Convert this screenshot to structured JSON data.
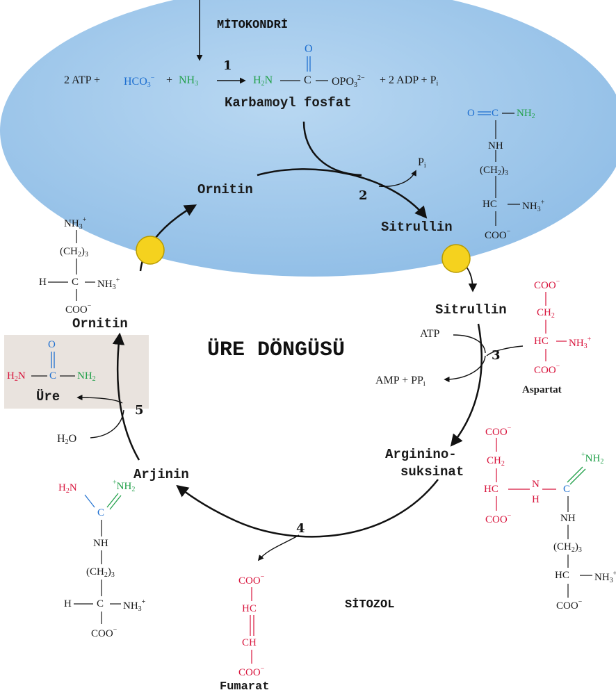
{
  "compartments": {
    "mitochondria": "MİTOKONDRİ",
    "cytosol": "SİTOZOL"
  },
  "title": "ÜRE DÖNGÜSÜ",
  "reaction1": {
    "atp": "2 ATP +",
    "hco3": "HCO",
    "hco3_sub": "3",
    "hco3_sup": "−",
    "plus": "+",
    "nh3": "NH",
    "nh3_sub": "3",
    "h2n": "H",
    "h2n_sub": "2",
    "h2n_n": "N",
    "c": "C",
    "o": "O",
    "opo": "OPO",
    "opo_sub": "3",
    "opo_sup": "2−",
    "adp": "+ 2 ADP + P",
    "adp_sub": "i"
  },
  "compounds": {
    "carbamoyl_phosphate": "Karbamoyl fosfat",
    "ornithine_mito": "Ornitin",
    "citrulline_mito": "Sitrullin",
    "citrulline_cyto": "Sitrullin",
    "ornithine_cyto": "Ornitin",
    "argininosuccinate_1": "Argininо-",
    "argininosuccinate_2": "suksinat",
    "arginine": "Arjinin",
    "urea": "Üre",
    "aspartate": "Aspartat",
    "fumarate": "Fumarat"
  },
  "steps": [
    "1",
    "2",
    "3",
    "4",
    "5"
  ],
  "side": {
    "pi": "P",
    "pi_sub": "i",
    "atp": "ATP",
    "amp": "AMP + PP",
    "amp_sub": "i",
    "h2o": "H",
    "h2o_sub": "2",
    "h2o_o": "O"
  },
  "atoms": {
    "O": "O",
    "C": "C",
    "N": "N",
    "H": "H",
    "NH": "NH",
    "NH2": "NH",
    "HC": "HC",
    "CH": "CH",
    "CH2": "CH",
    "COO": "COO",
    "H2N": "H",
    "H_dash": "H",
    "ch2_3": "(CH",
    "sub2": "2",
    "sub3": "3",
    "close": ")",
    "sup_plus": "+",
    "sup_minus": "−"
  },
  "colors": {
    "mito_fill": "#a9cdec",
    "transporter": "#f5d21e",
    "blue": "#1e6fd0",
    "green": "#22a04a",
    "red": "#d8143c",
    "black": "#1a1a1a"
  }
}
